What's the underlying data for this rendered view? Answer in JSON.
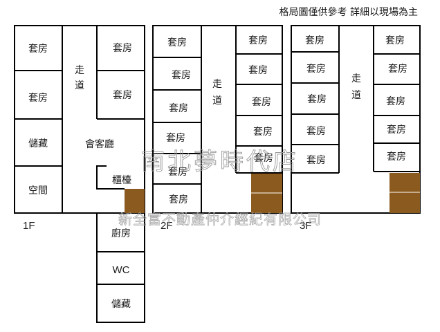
{
  "note": "格局圖僅供參考 詳細以現場為主",
  "watermark": {
    "store": "南北夢時代店",
    "company": "新全富不動產仲介經紀有限公司"
  },
  "colors": {
    "stairs": "#8B5A1E",
    "walls": "#000000"
  },
  "floors": [
    {
      "label": "1F",
      "rooms": [
        "套房",
        "套房",
        "儲藏",
        "空間",
        "套房",
        "套房",
        "會客廳",
        "櫃檯",
        "廚房",
        "WC",
        "儲藏"
      ],
      "corridor": [
        "走",
        "道"
      ]
    },
    {
      "label": "2F",
      "rooms": [
        "套房",
        "套房",
        "套房",
        "套房",
        "套房",
        "套房",
        "套房",
        "套房",
        "套房",
        "套房",
        "套房"
      ],
      "corridor": [
        "走",
        "道"
      ]
    },
    {
      "label": "3F",
      "rooms": [
        "套房",
        "套房",
        "套房",
        "套房",
        "套房",
        "套房",
        "套房",
        "套房",
        "套房",
        "套房"
      ],
      "corridor": [
        "走",
        "道"
      ]
    }
  ]
}
